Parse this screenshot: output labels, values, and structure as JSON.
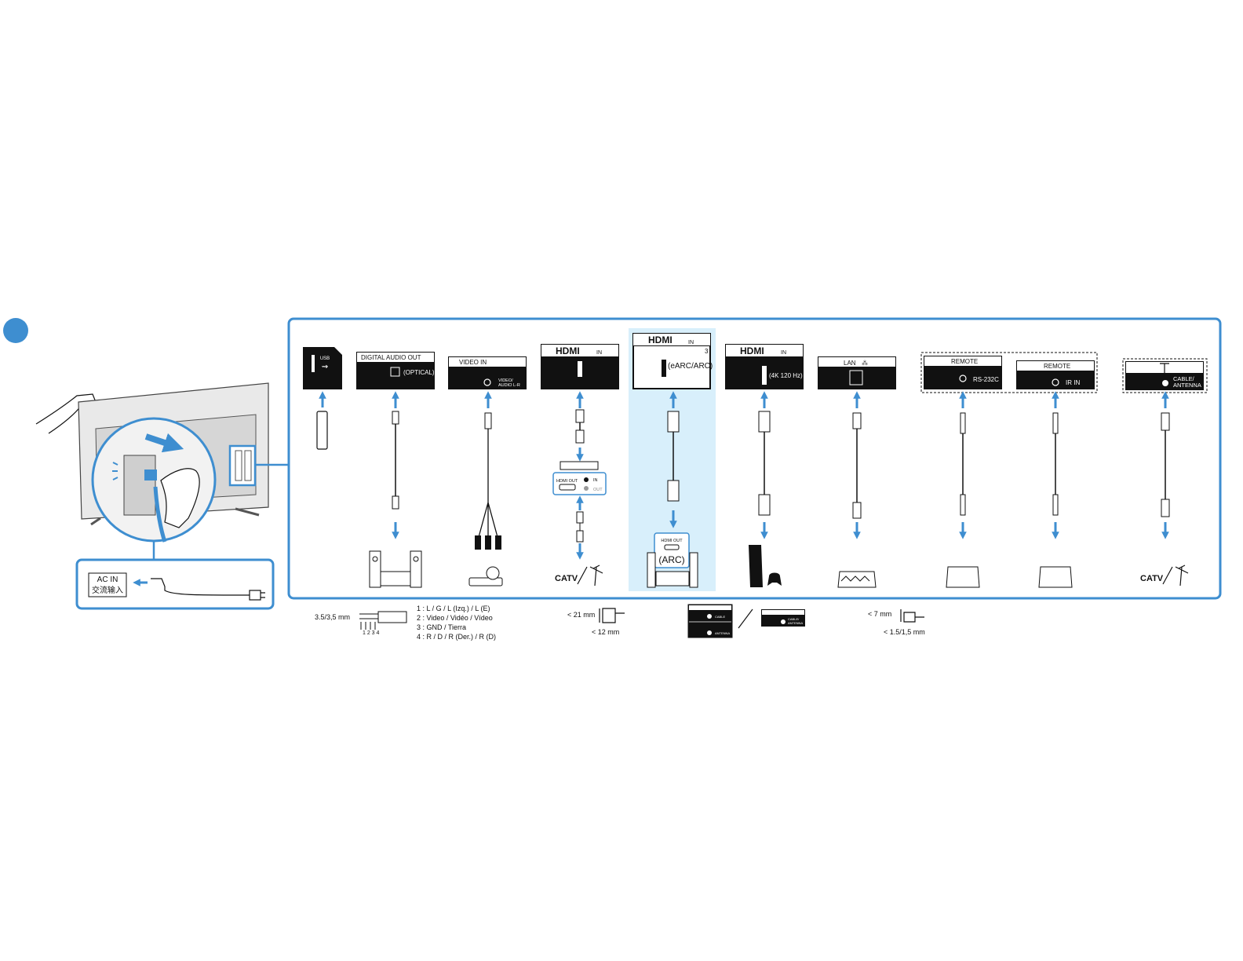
{
  "colors": {
    "accent": "#3e8ed0",
    "highlight": "#d8effb",
    "dark": "#111111"
  },
  "ac_panel": {
    "ac_in": "AC IN",
    "ac_in_cn": "交流输入"
  },
  "ports": {
    "usb": {
      "label": "USB"
    },
    "optical": {
      "title": "DIGITAL AUDIO OUT",
      "sub": "(OPTICAL)"
    },
    "video": {
      "title": "VIDEO IN",
      "sub1": "VIDEO/",
      "sub2": "AUDIO L-R"
    },
    "hdmi1": {
      "title": "HDMI",
      "in": "IN"
    },
    "hdmi3": {
      "title": "HDMI",
      "in": "IN",
      "num": "3",
      "sub": "(eARC/ARC)"
    },
    "hdmi4k": {
      "title": "HDMI",
      "in": "IN",
      "sub": "(4K 120 Hz)"
    },
    "lan": {
      "title": "LAN"
    },
    "rs232": {
      "title": "REMOTE",
      "sub": "RS-232C"
    },
    "irin": {
      "title": "REMOTE",
      "sub": "IR IN"
    },
    "antenna": {
      "l1": "CABLE/",
      "l2": "ANTENNA"
    }
  },
  "devices": {
    "hdmi_out_box": {
      "l1": "HDMI OUT",
      "in": "IN",
      "out": "OUT"
    },
    "arc_box": {
      "l1": "HDMI OUT",
      "l2": "(ARC)"
    },
    "catv1": "CATV",
    "catv2": "CATV"
  },
  "notes": {
    "jack_size": "3.5/3,5 mm",
    "jack_pins": "1 2 3 4",
    "pin1": "1 : L / G / L (Izq.) / L (E)",
    "pin2": "2 : Video / Vidéo / Vídeo",
    "pin3": "3 : GND / Tierra",
    "pin4": "4 : R / D / R (Der.) / R (D)",
    "hdmi_w": "< 21 mm",
    "hdmi_h": "< 12 mm",
    "ant_top": "CABLE",
    "ant_bottom": "ANTENNA",
    "ant_alt1": "CABLE/",
    "ant_alt2": "ANTENNA",
    "coax_w": "< 7 mm",
    "coax_pin": "< 1.5/1,5 mm"
  }
}
